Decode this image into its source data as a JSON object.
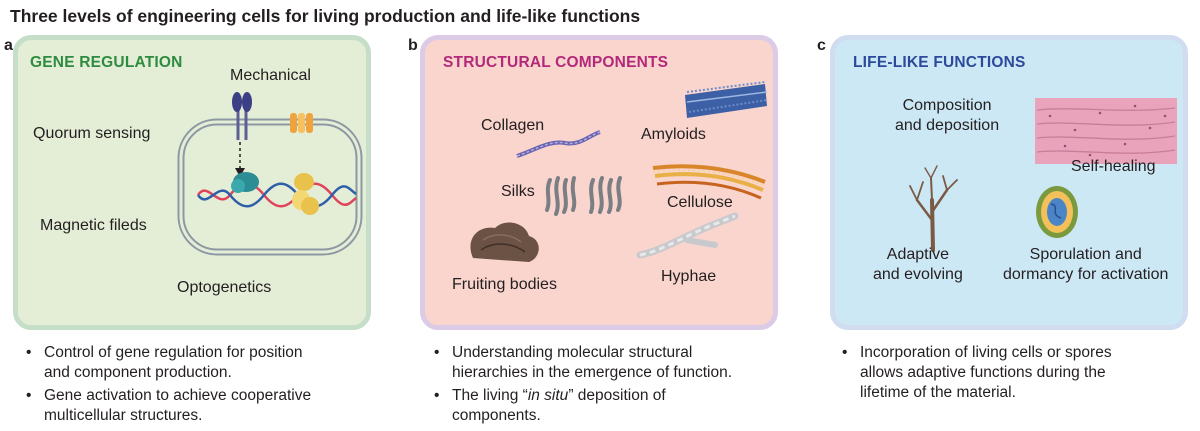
{
  "title": "Three levels of engineering cells for living production and life-like functions",
  "colors": {
    "panel_a_bg": "#e4eed7",
    "panel_b_bg": "#f9d5cd",
    "panel_c_bg": "#cde8f5",
    "heading_a": "#2e8b3f",
    "heading_b": "#b4287a",
    "heading_c": "#2b4a9c"
  },
  "panels": [
    {
      "letter": "a",
      "heading": "GENE REGULATION",
      "labels": {
        "mechanical": "Mechanical",
        "quorum": "Quorum sensing",
        "magnetic": "Magnetic fileds",
        "opto": "Optogenetics"
      },
      "icons": [
        "cell-membrane-icon",
        "receptor-icon",
        "ion-channel-icon",
        "dna-helix-icon",
        "ribosome-icon"
      ],
      "bullets": [
        [
          "Control of gene regulation for position",
          "and component production."
        ],
        [
          "Gene activation to achieve cooperative",
          "multicellular structures."
        ]
      ]
    },
    {
      "letter": "b",
      "heading": "STRUCTURAL COMPONENTS",
      "labels": {
        "collagen": "Collagen",
        "amyloids": "Amyloids",
        "silks": "Silks",
        "cellulose": "Cellulose",
        "fruiting": "Fruiting bodies",
        "hyphae": "Hyphae"
      },
      "icons": [
        "collagen-fiber-icon",
        "amyloid-fibril-icon",
        "silk-fibers-icon",
        "cellulose-fiber-icon",
        "fruiting-body-icon",
        "hyphae-icon"
      ],
      "bullets": [
        [
          "Understanding molecular structural",
          "hierarchies in the emergence of function."
        ],
        {
          "pre": "The living “",
          "em": "in situ",
          "post": "” deposition of",
          "line2": "components."
        }
      ]
    },
    {
      "letter": "c",
      "heading": "LIFE-LIKE FUNCTIONS",
      "labels": {
        "composition": [
          "Composition",
          "and deposition"
        ],
        "selfhealing": "Self-healing",
        "adaptive": [
          "Adaptive",
          "and evolving"
        ],
        "sporulation": [
          "Sporulation and",
          "dormancy for activation"
        ]
      },
      "icons": [
        "tissue-icon",
        "tree-icon",
        "spore-icon"
      ],
      "bullets": [
        [
          "Incorporation of living cells or spores",
          "allows adaptive functions during the",
          "lifetime of the material."
        ]
      ]
    }
  ]
}
